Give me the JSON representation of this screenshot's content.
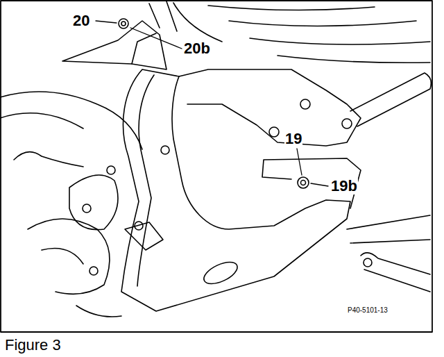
{
  "diagram": {
    "caption": "Figure 3",
    "labels": [
      "20",
      "20b",
      "19",
      "19b",
      "P40-5101-13"
    ]
  }
}
